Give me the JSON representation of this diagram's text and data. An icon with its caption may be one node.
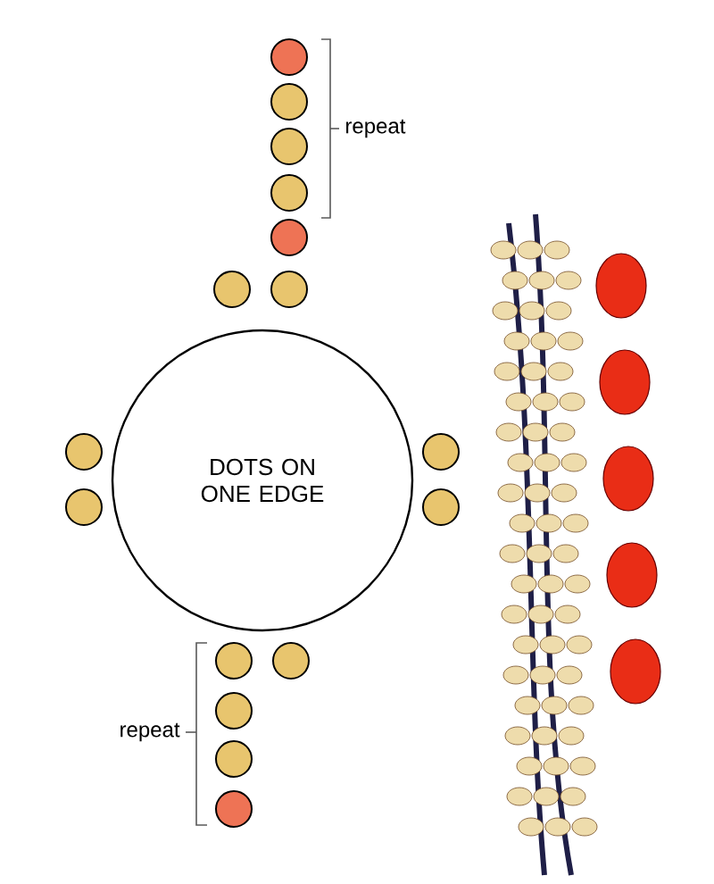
{
  "diagram": {
    "nodes": [
      {
        "text": [
          "DOTS ON ONE EDGE"
        ]
      }
    ],
    "labels": [
      "repeat",
      "repeat"
    ]
  }
}
